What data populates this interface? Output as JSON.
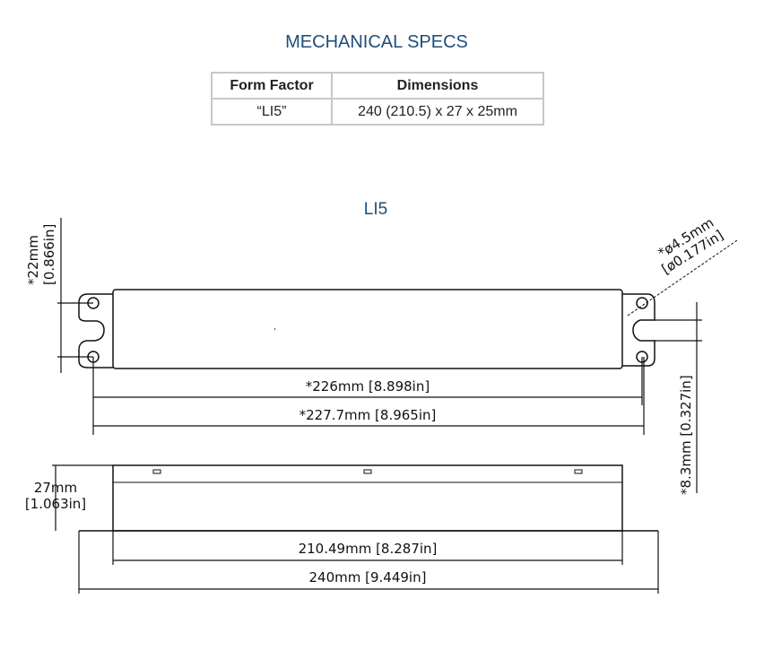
{
  "title": "MECHANICAL SPECS",
  "table": {
    "headers": [
      "Form Factor",
      "Dimensions"
    ],
    "rows": [
      [
        "“LI5”",
        "240 (210.5) x 27 x 25mm"
      ]
    ]
  },
  "drawing": {
    "label": "LI5",
    "dims": {
      "height_mm": "*22mm",
      "height_in": "[0.866in]",
      "hole_mm": "*ø4.5mm",
      "hole_in": "[ø0.177in]",
      "hole_span": "*226mm  [8.898in]",
      "overall_hole": "*227.7mm  [8.965in]",
      "slot": "*8.3mm  [0.327in]",
      "depth_mm": "27mm",
      "depth_in": "[1.063in]",
      "body_len": "210.49mm  [8.287in]",
      "total_len": "240mm  [9.449in]"
    }
  }
}
